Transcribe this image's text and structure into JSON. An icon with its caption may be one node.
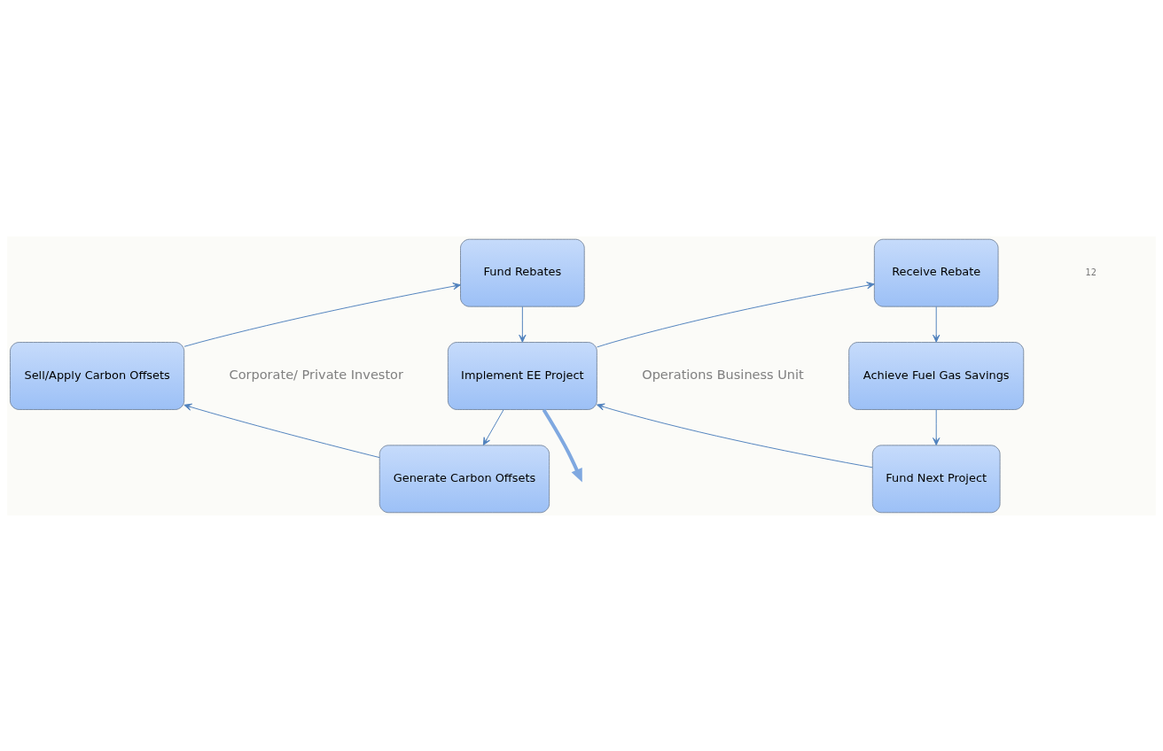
{
  "diagram": {
    "nodes": [
      {
        "text": [
          "Fund Rebates"
        ]
      },
      {
        "text": [
          "Receive Rebate"
        ]
      },
      {
        "text": [
          "Sell/Apply Carbon Offsets"
        ]
      },
      {
        "text": [
          "Implement EE Project"
        ]
      },
      {
        "text": [
          "Achieve Fuel Gas Savings"
        ]
      },
      {
        "text": [
          "Generate Carbon Offsets"
        ]
      },
      {
        "text": [
          "Fund Next Project"
        ]
      }
    ],
    "edges": [
      {
        "from": 0,
        "to": 3,
        "arrow": "to"
      },
      {
        "from": 3,
        "to": 1,
        "arrow": "to"
      },
      {
        "from": 1,
        "to": 4,
        "arrow": "to"
      },
      {
        "from": 4,
        "to": 6,
        "arrow": "to"
      },
      {
        "from": 6,
        "to": 3,
        "arrow": "to"
      },
      {
        "from": 3,
        "to": 5,
        "arrow": "to"
      },
      {
        "from": 5,
        "to": 2,
        "arrow": "to"
      },
      {
        "from": 2,
        "to": 0,
        "arrow": "to"
      },
      {
        "from": 3,
        "to": null,
        "arrow": "to",
        "style": "thick"
      }
    ],
    "labels": [
      "Corporate/ Private Investor",
      "Operations Business Unit",
      "12"
    ]
  }
}
